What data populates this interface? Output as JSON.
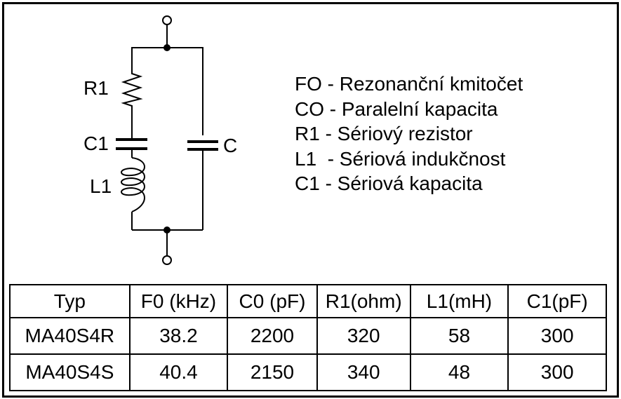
{
  "circuit": {
    "labels": {
      "r1": "R1",
      "c1": "C1",
      "l1": "L1",
      "c": "C"
    }
  },
  "legend": [
    "FO - Rezonanční kmitočet",
    "CO - Paralelní kapacita",
    "R1 - Sériový rezistor",
    "L1  - Sériová indukčnost",
    "C1 - Sériová kapacita"
  ],
  "table": {
    "headers": [
      "Typ",
      "F0 (kHz)",
      "C0 (pF)",
      "R1(ohm)",
      "L1(mH)",
      "C1(pF)"
    ],
    "rows": [
      [
        "MA40S4R",
        "38.2",
        "2200",
        "320",
        "58",
        "300"
      ],
      [
        "MA40S4S",
        "40.4",
        "2150",
        "340",
        "48",
        "300"
      ]
    ]
  }
}
